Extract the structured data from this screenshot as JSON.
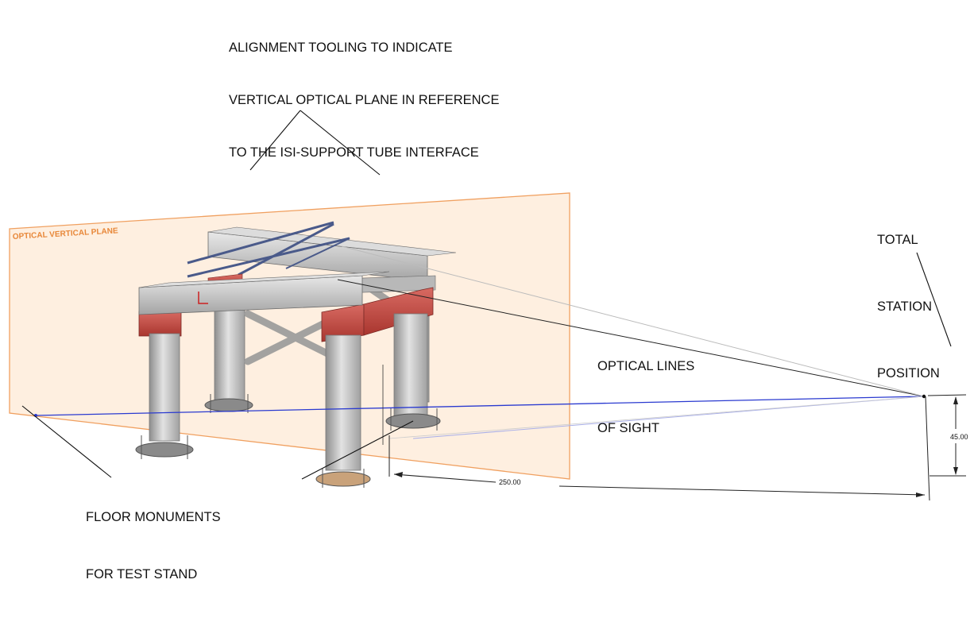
{
  "labels": {
    "alignment_tooling": [
      "ALIGNMENT TOOLING TO INDICATE",
      "VERTICAL OPTICAL PLANE IN REFERENCE",
      "TO THE ISI-SUPPORT TUBE INTERFACE"
    ],
    "total_station": [
      "TOTAL",
      "STATION",
      "POSITION"
    ],
    "optical_lines": [
      "OPTICAL LINES",
      "OF SIGHT"
    ],
    "floor_monuments": [
      "FLOOR MONUMENTS",
      "FOR TEST STAND"
    ],
    "plane_label": "OPTICAL VERTICAL PLANE"
  },
  "dimensions": {
    "horizontal": "250.00",
    "vertical": "45.00"
  },
  "colors": {
    "plane_fill": "#fde9d6",
    "plane_stroke": "#f0a060",
    "plane_text": "#e8883a",
    "steel": "#c9c9c9",
    "steel_dark": "#9a9a9a",
    "red_block": "#c8504a",
    "sight_line_blue": "#2a3ad0",
    "line_black": "#111111"
  }
}
